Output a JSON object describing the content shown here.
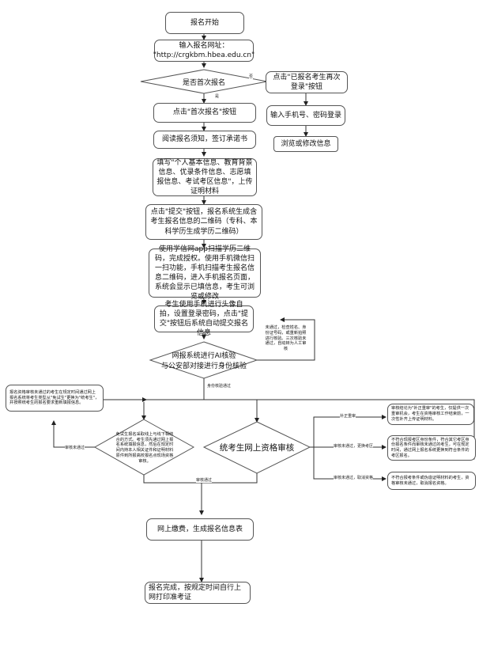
{
  "flowchart": {
    "nodes": {
      "start": "报名开始",
      "enter_url": "输入报名网址：\n\"http://crgkbm.hbea.edu.cn\"",
      "first_time_decision": "是否首次报名",
      "click_returning": "点击\"已报名考生再次登录\"按钮",
      "phone_login": "输入手机号、密码登录",
      "browse_modify": "浏览或修改信息",
      "click_first": "点击\"首次报名\"按钮",
      "read_notice": "阅读报名须知，签订承诺书",
      "fill_info": "填写\"个人基本信息、教育背景信息、优录条件信息、志愿填报信息、考试考区信息\"，上传证明材料",
      "submit_qr": "点击\"提交\"按钮，报名系统生成含考生报名信息的二维码（专科、本科学历生成学历二维码）",
      "scan_qr": "使用学信网app扫描学历二维码，完成授权。使用手机微信扫一扫功能，手机扫描考生报名信息二维码，进入手机报名页面，系统会显示已填信息，考生可浏览或修改",
      "selfie": "考生使用手机进行头像自拍，设置登录密码，点击\"提交\"按钮后系统自动提交报名信息",
      "ai_check": "网报系统进行AI核验\n与公安部对接进行身份核验",
      "ai_fail_note": "未通过，检查姓名、身份证号码，或重新拍照进行核验。三次核验未通过，自动转为人工审核",
      "exempt_fail_note": "报名资格审核未通过的考生在规定时间通过网上报名系统将考生类型从\"免试生\"更换为\"统考生\"，并按照统考生的报名要求重新填报信息。",
      "exempt_review": "免试生报名采取线上与线下相结合的方式。考生须先通过网上报名系统填报信息，然后在规定时间内持本人相关证件和证明材料原件到所报高校报名点现场资格审核。",
      "unified_review": "统考生网上资格审核",
      "resubmit_note": "审核结论为\"补正重审\"的考生，仅提供一次重审机会，考生在资格审核工作结束前，一次性补齐上传证明材料。",
      "change_area_note": "不符合现报考区身份条件，符合其它考区身份报名条件而审核未通过的考生，可在规定时间，通过网上报名系统更换到符合条件的考区报名。",
      "cancel_note": "不符合报考条件或伪造证明材料的考生，资格审核未通过，取消报名资格。",
      "pay": "网上缴费，生成报名信息表",
      "complete": "报名完成，按规定时间自行上网打印准考证"
    },
    "edge_labels": {
      "no": "否",
      "yes": "是",
      "id_passed": "身份核验通过",
      "review_failed": "审核未通过",
      "review_passed": "审核通过",
      "resubmit": "补正重审",
      "failed_change_area": "审核未通过，更换考区",
      "failed_cancel": "审核未通过，取消资格"
    }
  }
}
